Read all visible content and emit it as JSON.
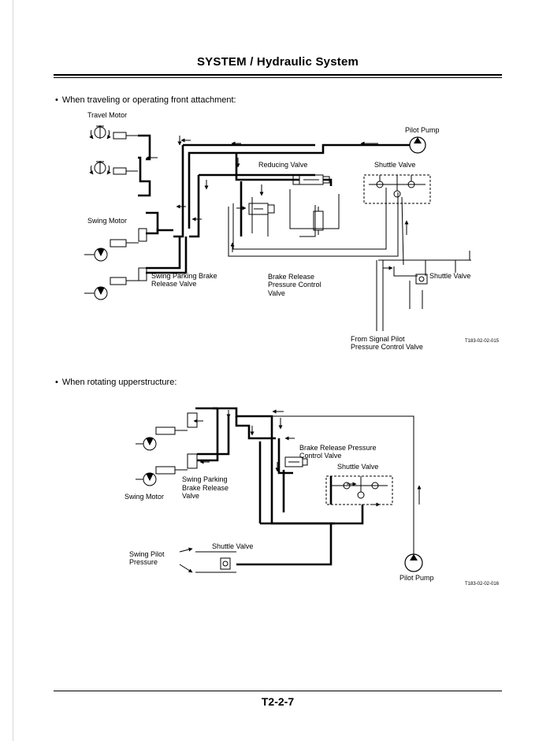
{
  "header": {
    "title": "SYSTEM / Hydraulic System"
  },
  "section1": {
    "bullet": "When traveling or operating front attachment:",
    "labels": {
      "travel_motor": "Travel Motor",
      "pilot_pump": "Pilot Pump",
      "reducing_valve": "Reducing Valve",
      "shuttle_valve_top": "Shuttle Valve",
      "swing_motor": "Swing Motor",
      "swing_parking_brake_1": "Swing Parking Brake",
      "swing_parking_brake_2": "Release Valve",
      "brake_release_1": "Brake Release",
      "brake_release_2": "Pressure Control",
      "brake_release_3": "Valve",
      "shuttle_valve_right": "Shuttle Valve",
      "from_signal_1": "From Signal Pilot",
      "from_signal_2": "Pressure Control Valve",
      "figure_code": "T183-02-02-015"
    }
  },
  "section2": {
    "bullet": "When rotating upperstructure:",
    "labels": {
      "brake_release_1": "Brake Release Pressure",
      "brake_release_2": "Control Valve",
      "shuttle_valve_upper": "Shuttle Valve",
      "swing_parking_1": "Swing Parking",
      "swing_parking_2": "Brake Release",
      "swing_parking_3": "Valve",
      "swing_motor": "Swing Motor",
      "shuttle_valve_lower": "Shuttle Valve",
      "swing_pilot_1": "Swing Pilot",
      "swing_pilot_2": "Pressure",
      "pilot_pump": "Pilot Pump",
      "figure_code": "T183-02-02-016"
    }
  },
  "footer": {
    "page_number": "T2-2-7"
  }
}
